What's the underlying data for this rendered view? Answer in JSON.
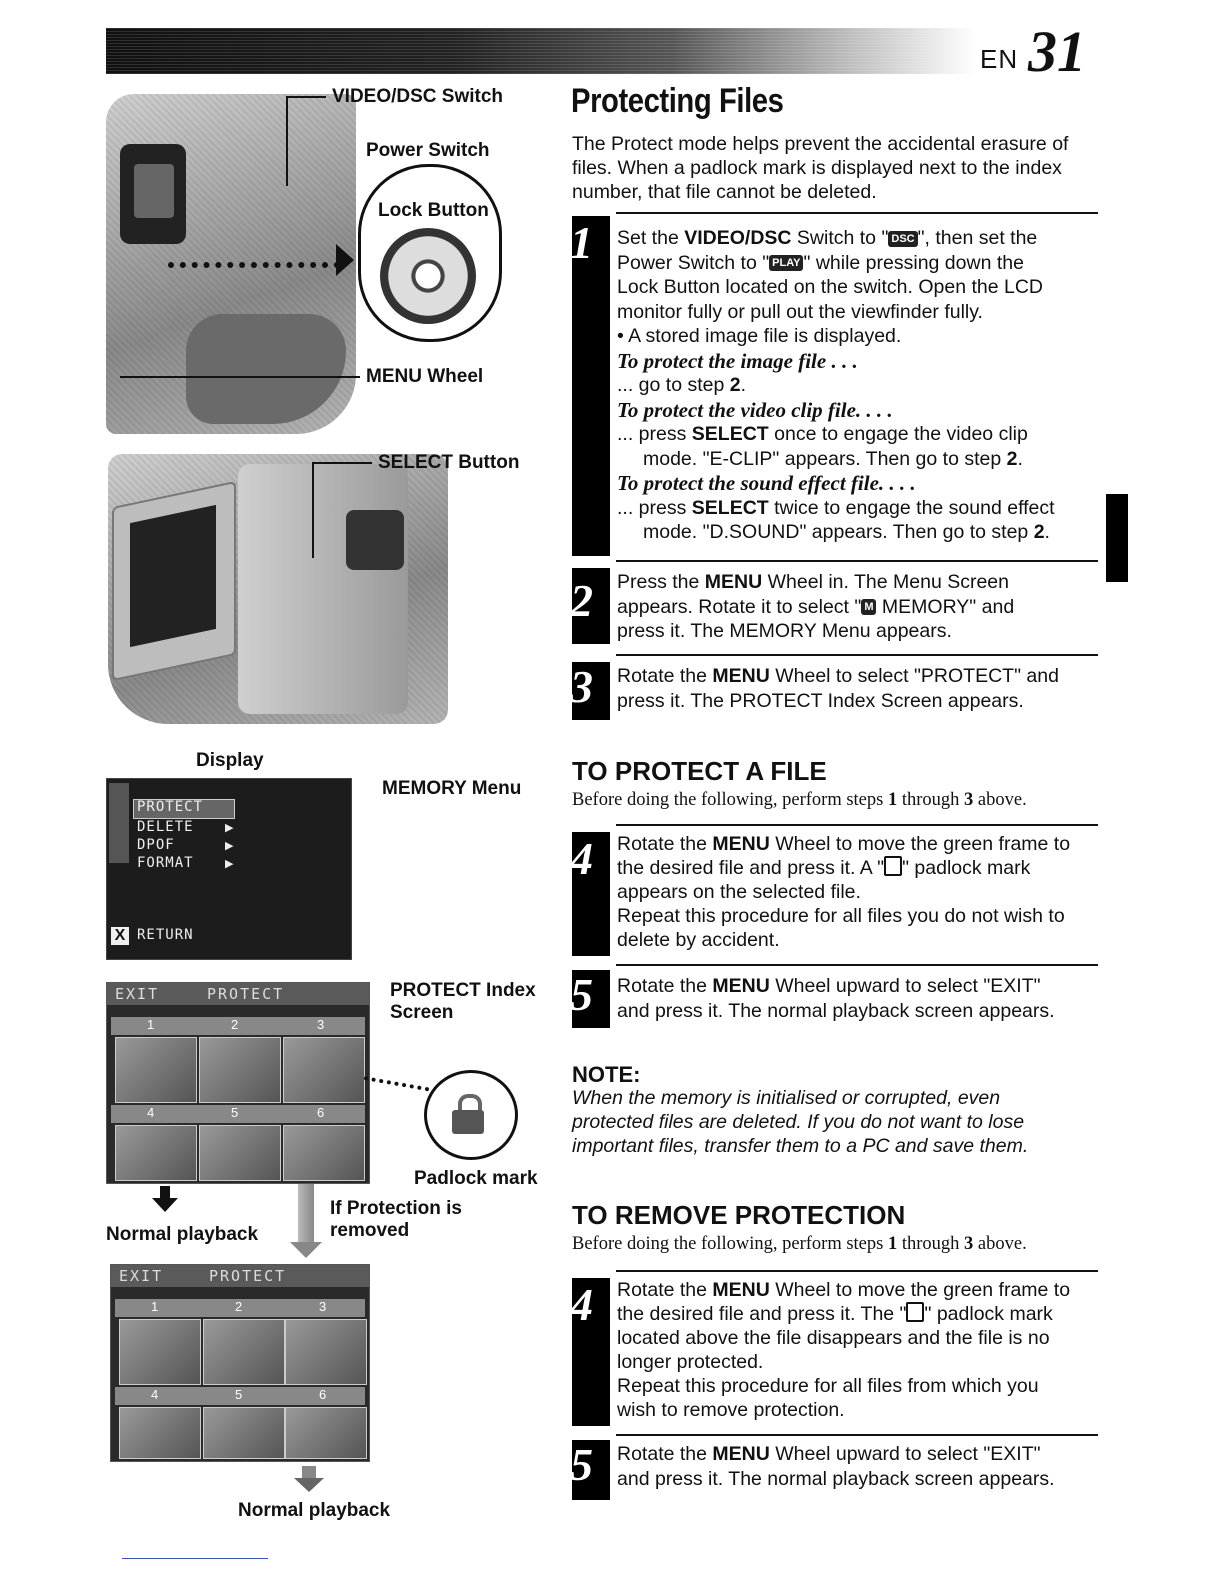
{
  "header": {
    "page_prefix": "EN",
    "page_number": "31"
  },
  "labels": {
    "video_dsc_switch": "VIDEO/DSC Switch",
    "power_switch": "Power Switch",
    "lock_button": "Lock Button",
    "menu_wheel": "MENU Wheel",
    "select_button": "SELECT Button",
    "display": "Display",
    "memory_menu": "MEMORY Menu",
    "protect_index_line1": "PROTECT Index",
    "protect_index_line2": "Screen",
    "padlock_mark": "Padlock mark",
    "normal_playback_1": "Normal playback",
    "if_protection_line1": "If Protection is",
    "if_protection_line2": "removed",
    "normal_playback_2": "Normal playback"
  },
  "memory_screen": {
    "items": [
      "PROTECT",
      "DELETE",
      "DPOF",
      "FORMAT"
    ],
    "return_label": "RETURN",
    "close_glyph": "X"
  },
  "index_screen": {
    "exit_label": "EXIT",
    "title": "PROTECT",
    "cells": [
      "1",
      "2",
      "3",
      "4",
      "5",
      "6"
    ]
  },
  "title": "Protecting Files",
  "intro": [
    "The Protect mode helps prevent the accidental erasure of",
    "files. When a padlock mark is displayed next to the index",
    "number, that file cannot be deleted."
  ],
  "steps_top": {
    "s1": {
      "num": "1",
      "l1a": "Set the ",
      "l1b": "VIDEO/DSC",
      "l1c": " Switch to \"",
      "l1icon": "DSC",
      "l1d": "\", then set the",
      "l2a": "Power Switch to \"",
      "l2icon": "PLAY",
      "l2b": "\" while pressing down the",
      "l3": "Lock Button located on the switch. Open the LCD",
      "l4": "monitor fully or pull out the viewfinder fully.",
      "l5": "• A stored image file is displayed.",
      "h1": "To protect the image file . . .",
      "h1a": "... go to step ",
      "h1b": "2",
      "h1c": ".",
      "h2": "To protect the video clip file. . . .",
      "h2a": "... press ",
      "h2b": "SELECT",
      "h2c": " once to engage the video clip",
      "h2d": "mode. \"E-CLIP\" appears. Then go to step ",
      "h2e": "2",
      "h2f": ".",
      "h3": "To protect the sound effect file. . . .",
      "h3a": "... press ",
      "h3b": "SELECT",
      "h3c": " twice to engage the sound effect",
      "h3d": "mode. \"D.SOUND\" appears. Then go to step ",
      "h3e": "2",
      "h3f": "."
    },
    "s2": {
      "num": "2",
      "l1a": "Press the ",
      "l1b": "MENU",
      "l1c": " Wheel in. The Menu Screen",
      "l2a": "appears. Rotate it to select \"",
      "l2icon": "M",
      "l2b": " MEMORY\" and",
      "l3": "press it. The MEMORY Menu appears."
    },
    "s3": {
      "num": "3",
      "l1a": "Rotate the ",
      "l1b": "MENU",
      "l1c": " Wheel to select \"PROTECT\" and",
      "l2": "press it. The PROTECT Index Screen appears."
    }
  },
  "protect": {
    "heading": "TO PROTECT A FILE",
    "pre_a": "Before doing the following, perform steps ",
    "pre_b": "1",
    "pre_c": " through ",
    "pre_d": "3",
    "pre_e": " above.",
    "s4": {
      "num": "4",
      "l1a": "Rotate the ",
      "l1b": "MENU",
      "l1c": " Wheel to move the green frame to",
      "l2a": "the desired file and press it. A \"",
      "l2b": "\" padlock mark",
      "l3": "appears on the selected file.",
      "l4": "Repeat this procedure for all files you do not wish to",
      "l5": "delete by accident."
    },
    "s5": {
      "num": "5",
      "l1a": "Rotate the ",
      "l1b": "MENU",
      "l1c": " Wheel upward to select \"EXIT\"",
      "l2": "and press it. The normal playback screen appears."
    }
  },
  "note": {
    "heading": "NOTE:",
    "l1": "When the memory is initialised or corrupted, even",
    "l2": "protected files are deleted. If you do not want to lose",
    "l3": "important files, transfer them to a PC and save them."
  },
  "remove": {
    "heading": "TO REMOVE PROTECTION",
    "pre_a": "Before doing the following, perform steps ",
    "pre_b": "1",
    "pre_c": " through ",
    "pre_d": "3",
    "pre_e": " above.",
    "s4": {
      "num": "4",
      "l1a": "Rotate the ",
      "l1b": "MENU",
      "l1c": " Wheel to move the green frame to",
      "l2a": "the desired file and press it. The \"",
      "l2b": "\" padlock mark",
      "l3": "located above the file disappears and the file is no",
      "l4": "longer protected.",
      "l5": "Repeat this procedure for all files from which you",
      "l6": "wish to remove protection."
    },
    "s5": {
      "num": "5",
      "l1a": "Rotate the ",
      "l1b": "MENU",
      "l1c": " Wheel upward to select \"EXIT\"",
      "l2": "and press it. The normal playback screen appears."
    }
  }
}
